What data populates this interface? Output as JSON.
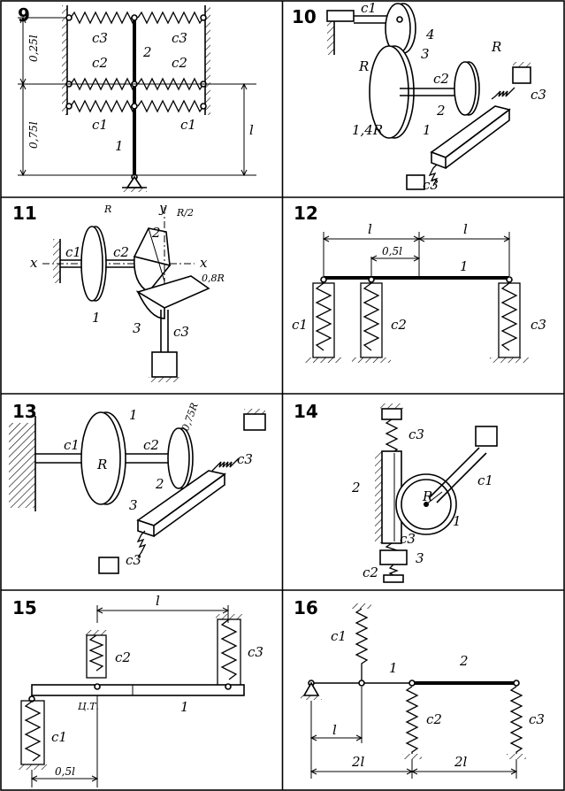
{
  "panels": [
    {
      "number": "9",
      "labels": {
        "c3a": "c3",
        "c3b": "c3",
        "c2a": "c2",
        "c2b": "c2",
        "c1a": "c1",
        "c1b": "c1",
        "n2": "2",
        "n1": "1",
        "d1": "0,25l",
        "d2": "0,75l",
        "d3": "l"
      }
    },
    {
      "number": "10",
      "labels": {
        "c1": "c1",
        "n4": "4",
        "n3": "3",
        "R1": "R",
        "R2": "R",
        "c2": "c2",
        "n2": "2",
        "n1": "1",
        "r14": "1,4R",
        "c3a": "c3",
        "c3b": "c3"
      }
    },
    {
      "number": "11",
      "labels": {
        "R": "R",
        "y": "y",
        "R2": "R/2",
        "x1": "x",
        "x2": "x",
        "c1": "c1",
        "c2": "c2",
        "n2": "2",
        "r08": "0,8R",
        "n1": "1",
        "n3": "3",
        "c3": "c3"
      }
    },
    {
      "number": "12",
      "labels": {
        "l1": "l",
        "l2": "l",
        "h": "0,5l",
        "n1": "1",
        "c1": "c1",
        "c2": "c2",
        "c3": "c3"
      }
    },
    {
      "number": "13",
      "labels": {
        "n1": "1",
        "r": "0,75R",
        "c1": "c1",
        "R": "R",
        "c2": "c2",
        "n2": "2",
        "n3": "3",
        "c3a": "c3",
        "c3b": "c3"
      }
    },
    {
      "number": "14",
      "labels": {
        "c3a": "c3",
        "n2": "2",
        "R": "R",
        "c1": "c1",
        "n1": "1",
        "c3b": "c3",
        "n3": "3",
        "c2": "c2"
      }
    },
    {
      "number": "15",
      "labels": {
        "l": "l",
        "c2": "c2",
        "c3": "c3",
        "ct": "Ц.Т.",
        "n1": "1",
        "c1": "c1",
        "h": "0,5l"
      }
    },
    {
      "number": "16",
      "labels": {
        "c1": "c1",
        "n1": "1",
        "n2": "2",
        "l": "l",
        "c2": "c2",
        "c3": "c3",
        "d1": "2l",
        "d2": "2l"
      }
    }
  ]
}
